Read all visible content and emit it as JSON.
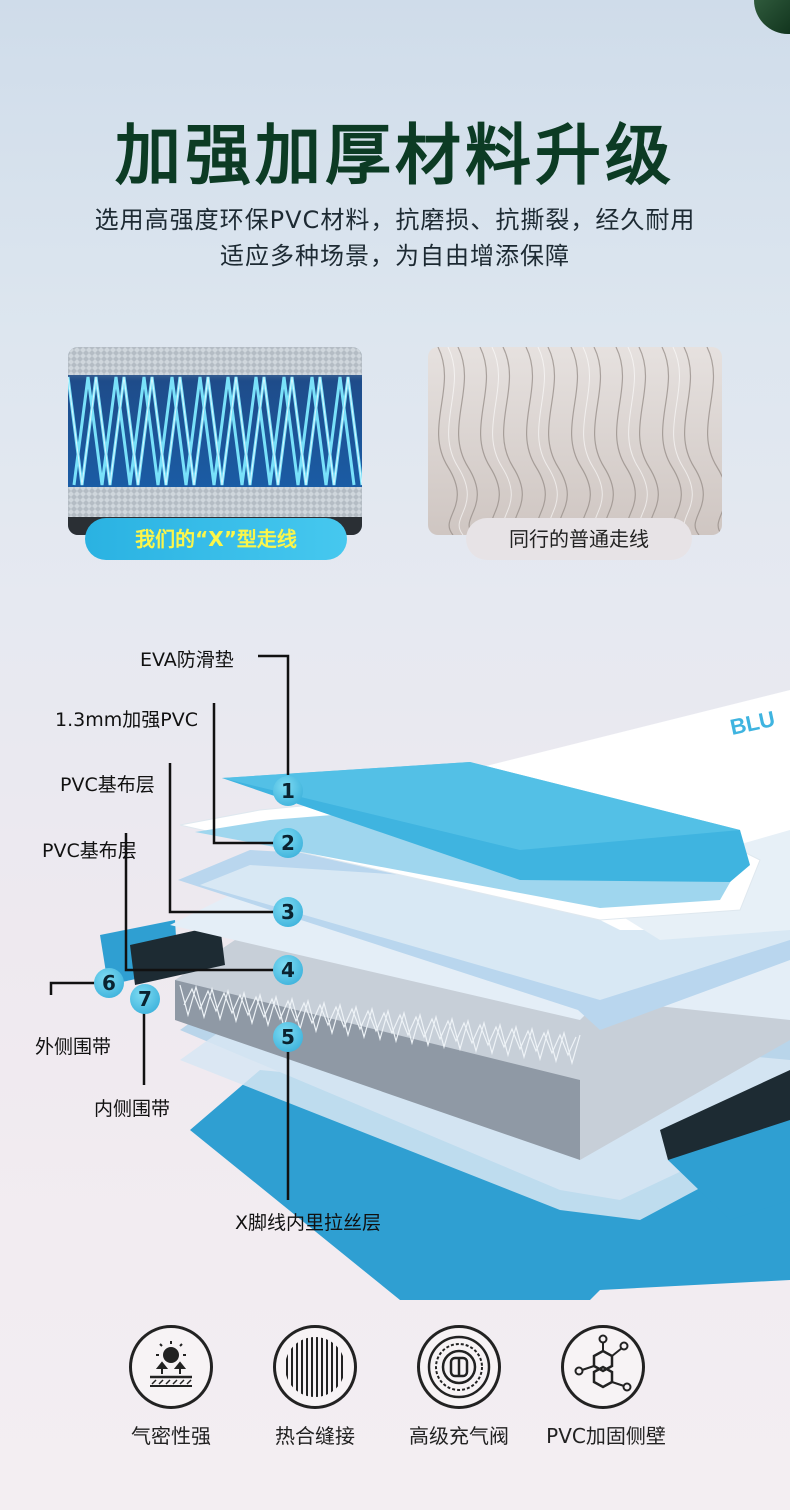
{
  "header": {
    "title": "加强加厚材料升级",
    "subtitle_line1": "选用高强度环保PVC材料，抗磨损、抗撕裂，经久耐用",
    "subtitle_line2": "适应多种场景，为自由增添保障"
  },
  "comparison": {
    "ours_label_prefix": "我们的",
    "ours_label_highlight": "“X”",
    "ours_label_suffix": "型走线",
    "others_label": "同行的普通走线"
  },
  "layers": {
    "l1": "EVA防滑垫",
    "l2": "1.3mm加强PVC",
    "l3": "PVC基布层",
    "l4": "PVC基布层",
    "l5": "X脚线内里拉丝层",
    "l6": "外侧围带",
    "l7": "内侧围带",
    "n1": "1",
    "n2": "2",
    "n3": "3",
    "n4": "4",
    "n5": "5",
    "n6": "6",
    "n7": "7"
  },
  "features": [
    {
      "label": "气密性强",
      "icon": "airtight-icon"
    },
    {
      "label": "热合缝接",
      "icon": "heat-seal-icon"
    },
    {
      "label": "高级充气阀",
      "icon": "valve-icon"
    },
    {
      "label": "PVC加固侧壁",
      "icon": "molecule-icon"
    }
  ],
  "colors": {
    "title": "#0c3b24",
    "accent": "#2ab2e2",
    "highlight": "#fbf64a"
  }
}
